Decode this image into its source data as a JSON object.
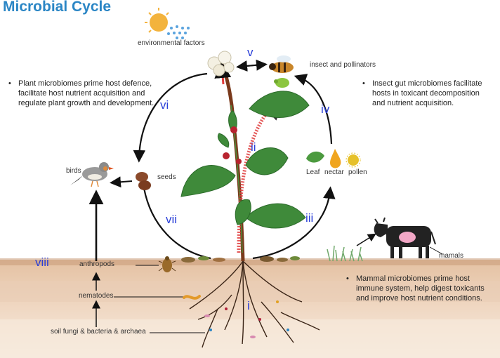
{
  "title": "Microbial Cycle",
  "labels": {
    "environmental": "environmental factors",
    "insects": "insect and pollinators",
    "birds": "birds",
    "seeds": "seeds",
    "leaf": "Leaf",
    "nectar": "nectar",
    "pollen": "pollen",
    "mamals": "mamals",
    "anthropods": "anthropods",
    "nematodes": "nematodes",
    "soil": "soil fungi & bacteria & archaea"
  },
  "notes": {
    "plant": [
      "Plant microbiomes prime host defence,",
      "facilitate host nutrient acquisition and",
      "regulate plant growth and development."
    ],
    "insect": [
      "Insect gut microbiomes facilitate",
      "hosts in toxicant decomposition",
      "and nutrient acquisition."
    ],
    "mammal": [
      "Mammal microbiomes prime host",
      "immune system, help digest toxicants",
      "and improve host nutrient conditions."
    ]
  },
  "roman": {
    "i": "i",
    "ii": "ii",
    "iii": "iii",
    "iv": "iv",
    "v": "v",
    "vi": "vi",
    "vii": "vii",
    "viii": "viii"
  },
  "colors": {
    "title": "#2b86c5",
    "roman": "#2a3fd8",
    "soil_top": "#e8c9ad",
    "soil_mid": "#f1d9c4",
    "soil_low": "#f6e6d6",
    "stem": "#7a3a1c",
    "leaf": "#3f8a3a"
  }
}
